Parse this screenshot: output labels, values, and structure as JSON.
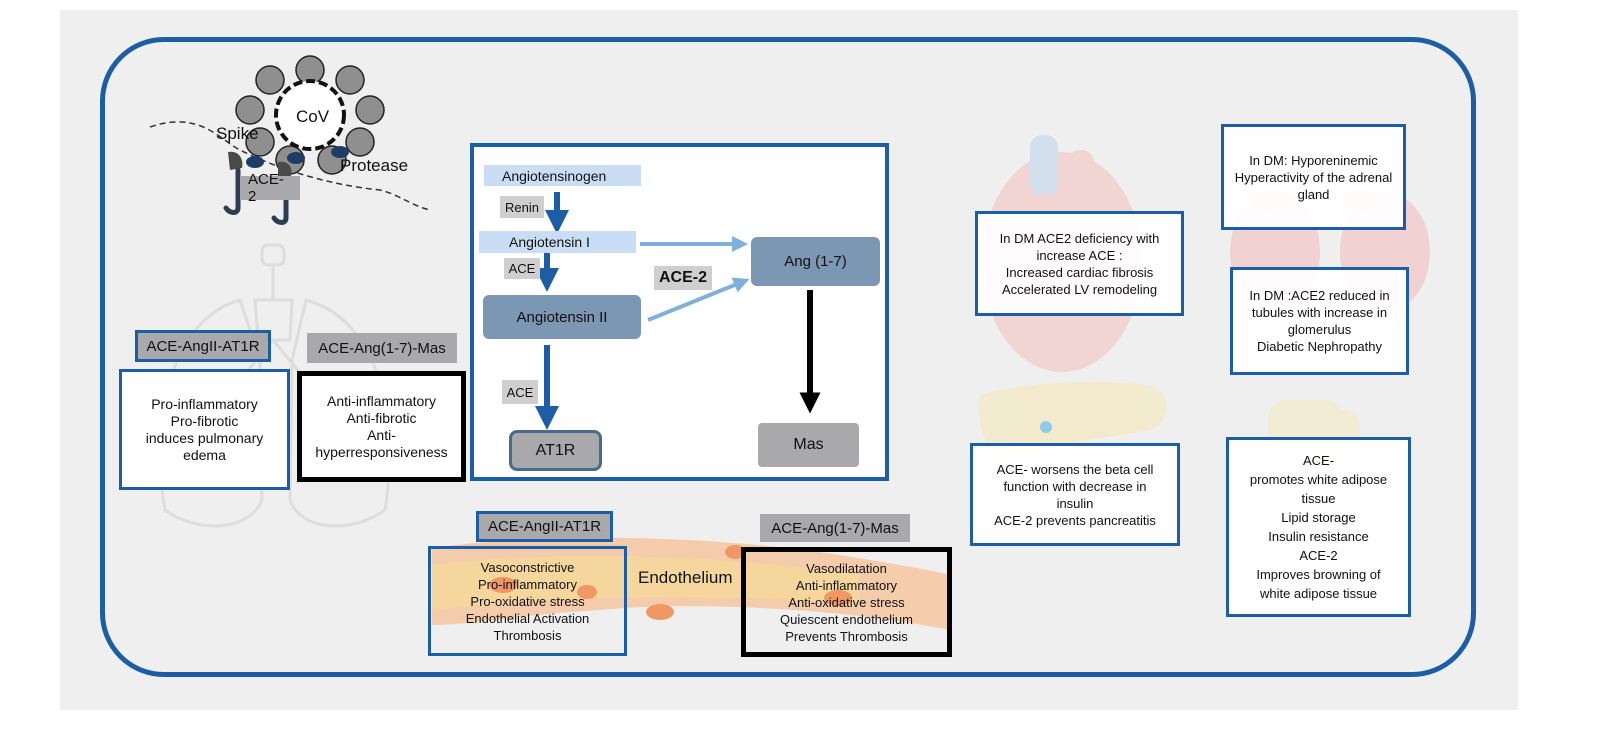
{
  "virus": {
    "cov_label": "CoV",
    "spike_label": "Spike",
    "protease_label": "Protease",
    "ace2_label": "ACE-2"
  },
  "lung": {
    "left_tag": "ACE-AngII-AT1R",
    "right_tag": "ACE-Ang(1-7)-Mas",
    "left_effects": [
      "Pro-inflammatory",
      "Pro-fibrotic",
      "induces pulmonary",
      "edema"
    ],
    "right_effects": [
      "Anti-inflammatory",
      "Anti-fibrotic",
      "Anti-",
      "hyperresponsiveness"
    ]
  },
  "pathway": {
    "angiotensinogen": "Angiotensinogen",
    "renin": "Renin",
    "angiotensin_i": "Angiotensin I",
    "ace_1": "ACE",
    "angiotensin_ii": "Angiotensin II",
    "ace_2": "ACE",
    "at1r": "AT1R",
    "ace2_enzyme": "ACE-2",
    "ang17": "Ang (1-7)",
    "mas": "Mas"
  },
  "endothelium": {
    "label": "Endothelium",
    "left_tag": "ACE-AngII-AT1R",
    "right_tag": "ACE-Ang(1-7)-Mas",
    "left_effects": [
      "Vasoconstrictive",
      "Pro-inflammatory",
      "Pro-oxidative stress",
      "Endothelial Activation",
      "Thrombosis"
    ],
    "right_effects": [
      "Vasodilatation",
      "Anti-inflammatory",
      "Anti-oxidative stress",
      "Quiescent endothelium",
      "Prevents Thrombosis"
    ]
  },
  "organs": {
    "heart": [
      "In DM ACE2 deficiency with",
      "increase ACE :",
      "Increased cardiac fibrosis",
      "Accelerated LV remodeling"
    ],
    "pancreas": [
      "ACE- worsens the beta cell",
      "function with decrease in",
      "insulin",
      "ACE-2 prevents pancreatitis"
    ],
    "adrenal": [
      "In DM:  Hyporeninemic",
      "Hyperactivity of the adrenal",
      "gland"
    ],
    "kidney": [
      "In DM :ACE2  reduced in",
      "tubules with increase in",
      "glomerulus",
      "Diabetic Nephropathy"
    ],
    "adipose": [
      "ACE-",
      "promotes white adipose",
      "tissue",
      "Lipid storage",
      "Insulin resistance",
      "ACE-2",
      "Improves browning of",
      "white adipose tissue"
    ]
  },
  "colors": {
    "frame_blue": "#1c5ea5",
    "node_steel": "#7b97b4",
    "arrow_light": "#7fb0dc",
    "tag_grey": "#a9a8aa"
  }
}
